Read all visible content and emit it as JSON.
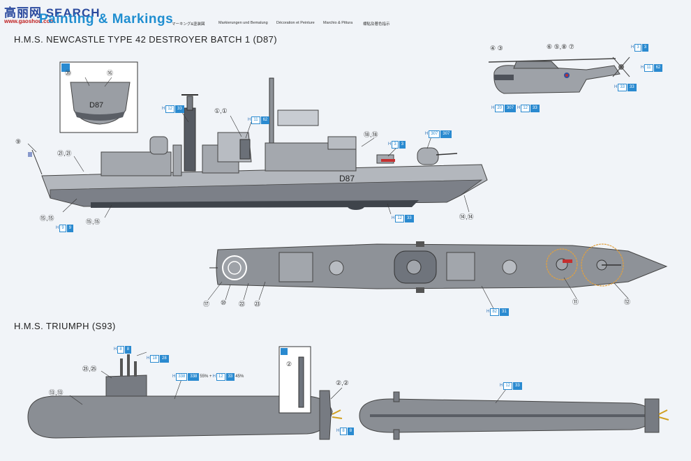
{
  "header": {
    "watermark": "高丽网 SEARCH",
    "watermark_url": "www.gaoshou.com",
    "title": "Painting & Markings",
    "languages": [
      "マーキング&塗装図",
      "Markierungen und Bemalung",
      "Décoration et Peinture",
      "Marchio & Pittura",
      "標貼及著色指示"
    ]
  },
  "ships": {
    "destroyer_title": "H.M.S. NEWCASTLE TYPE 42 DESTROYER BATCH 1 (D87)",
    "submarine_title": "H.M.S. TRIUMPH (S93)",
    "hull_number": "D87",
    "transom_marking": "D87"
  },
  "callouts": {
    "d_1": "①,①",
    "d_4_3": "④ ③",
    "d_6_5_8_7": "⑥  ⑤,⑧  ⑦",
    "d_9": "⑨",
    "d_21": "㉑,㉑",
    "d_18": "⑱,⑱",
    "d_15a": "⑮,⑮",
    "d_15b": "⑮,⑮",
    "d_14": "⑭,⑭",
    "d_20": "⑳",
    "d_16": "⑯",
    "p_17": "⑰",
    "p_10": "⑩",
    "p_22": "㉒",
    "p_23": "㉓",
    "p_11": "⑪",
    "p_12": "⑫",
    "s_25": "㉕,㉕",
    "s_13": "⑬,⑬",
    "s_2": "②,②",
    "s_inset_2": "②"
  },
  "paints": {
    "t1": {
      "h": "H",
      "a": "12",
      "b": "33"
    },
    "t2": {
      "h": "H",
      "a": "11",
      "b": "62"
    },
    "t3": {
      "h": "H",
      "a": "307",
      "b": "307"
    },
    "t4": {
      "h": "H",
      "a": "3",
      "b": "3"
    },
    "t5": {
      "h": "H",
      "a": "9",
      "b": "9"
    },
    "t6": {
      "h": "H",
      "a": "12",
      "b": "33"
    },
    "t7": {
      "h": "H",
      "a": "3",
      "b": "3"
    },
    "t8": {
      "h": "H",
      "a": "11",
      "b": "62"
    },
    "t9": {
      "h": "H",
      "a": "33",
      "b": "33"
    },
    "t10": {
      "h": "H",
      "a": "20",
      "b": "307"
    },
    "t11": {
      "h": "H",
      "a": "12",
      "b": "33"
    },
    "t12": {
      "h": "H",
      "a": "82",
      "b": "31"
    },
    "t13": {
      "h": "H",
      "a": "8",
      "b": "8"
    },
    "t14": {
      "h": "H",
      "a": "18",
      "b": "28"
    },
    "t15": {
      "h": "H",
      "a": "338",
      "b": "338",
      "x": "55% +",
      "h2": "H",
      "a2": "12",
      "b2": "33",
      "x2": "45%"
    },
    "t16": {
      "h": "H",
      "a": "12",
      "b": "33"
    },
    "t17": {
      "h": "H",
      "a": "8",
      "b": "8"
    }
  },
  "colors": {
    "accent": "#1f8ed0",
    "hull": "#8a8d93",
    "deck": "#9a9da3",
    "dark": "#555a62"
  }
}
